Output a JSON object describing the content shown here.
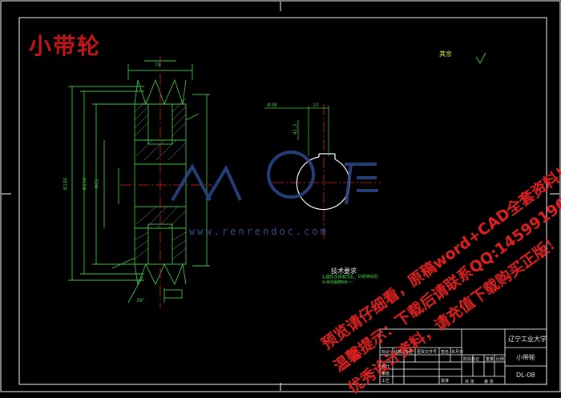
{
  "drawing": {
    "title_chinese": "小带轮",
    "roughness_label": "其余",
    "tech_req_title": "技术要求",
    "tech_req_items": [
      "1.铸件不得有气孔、砂眼等缺陷",
      "2.未注圆角R3"
    ],
    "watermark_url": "www.renrendoc.com",
    "promo_lines": [
      "预览请仔细看，原稿word+CAD全套资料！",
      "温馨提示：下载后请联系QQ:1459919609",
      "优秀设计资料，请充值下载购买正版！"
    ],
    "colors": {
      "background": "#000000",
      "frame": "#ffffff",
      "outline": "#40c040",
      "hatch": "#c0c0c0",
      "centerline": "#e02020",
      "title_red": "#c01818",
      "watermark_blue": "#2a4a8a"
    }
  },
  "title_block": {
    "university": "辽宁工业大学",
    "part_name": "小带轮",
    "drawing_no": "DL-08",
    "row_labels": [
      "标记",
      "处数",
      "分区",
      "更改文件号",
      "签名",
      "年月日"
    ],
    "role_labels": [
      "设计",
      "审核",
      "工艺",
      "批准"
    ],
    "stage_labels": [
      "阶段标记",
      "重量",
      "比例"
    ],
    "sheet_labels": [
      "共 张",
      "第 张"
    ]
  },
  "dimensions": {
    "left_outer": "Φ180",
    "left_mid": "Φ150",
    "left_inner": "Φ65",
    "bore": "Φ38",
    "width": "78",
    "keyway_width": "10",
    "keyway_depth": "41.3",
    "angle": "38°"
  }
}
